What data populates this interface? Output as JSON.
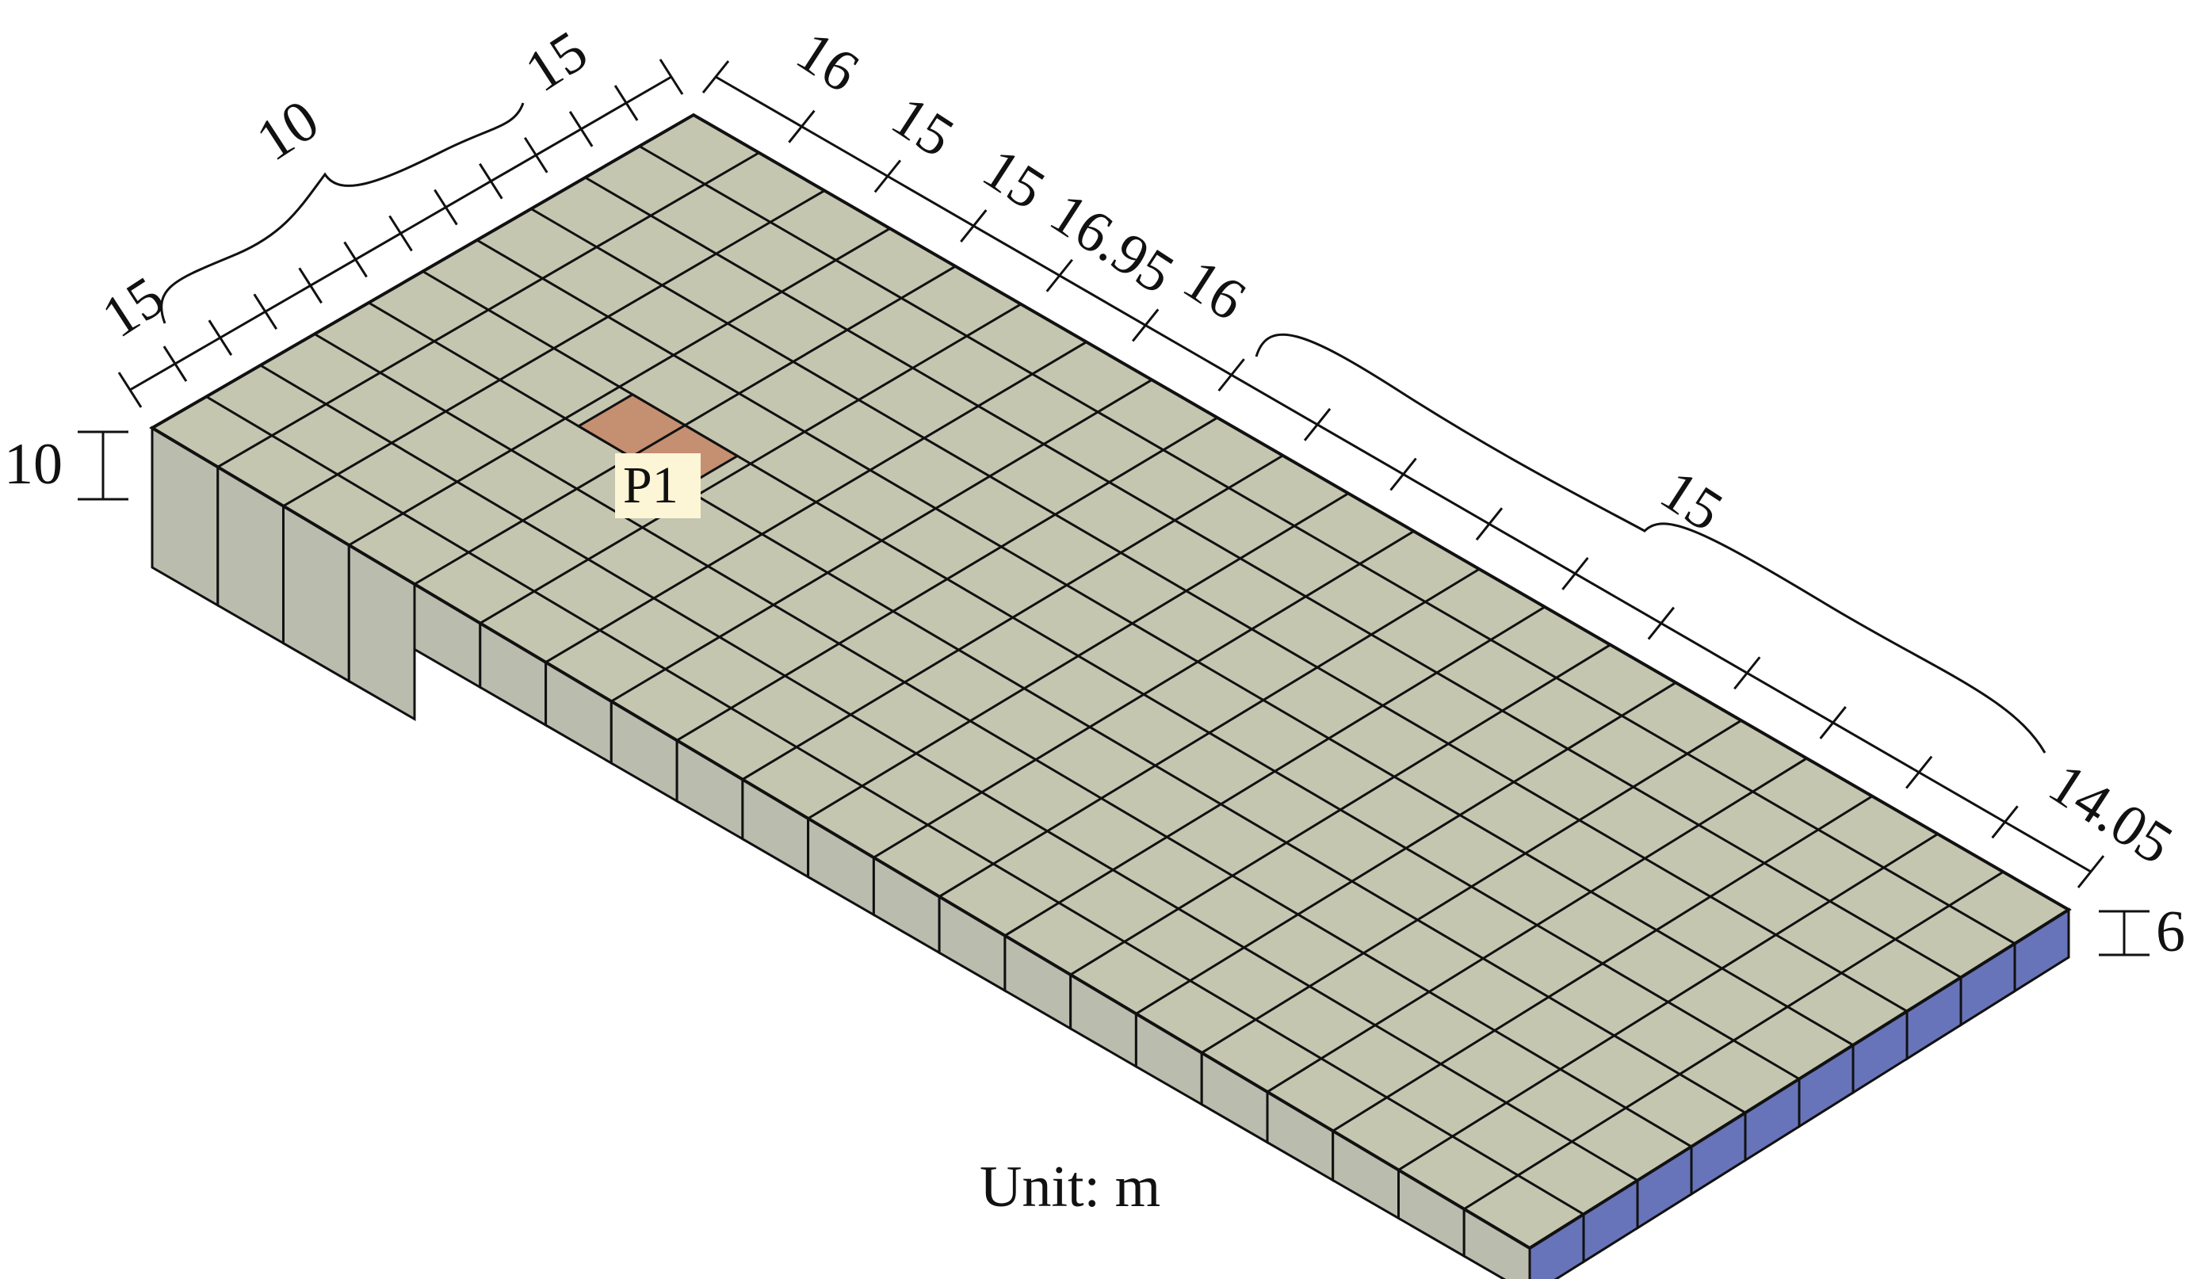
{
  "diagram": {
    "unit_label": "Unit: m",
    "highlight_label": "P1",
    "grid": {
      "columns": 10,
      "rows": 21
    },
    "highlight_cell": {
      "column": 5,
      "row": 3
    },
    "left_edge": {
      "labels": [
        "15",
        "10",
        "15"
      ],
      "segments": 10
    },
    "right_edge": {
      "labels": [
        "16",
        "15",
        "15",
        "16.95",
        "16",
        "15",
        "14.05"
      ],
      "repeated_segments": 10
    },
    "height_labels": {
      "left": "10",
      "right": "6"
    },
    "colors": {
      "top_face": "#c5c6b0",
      "side_face": "#babcae",
      "blue_side": "#6874b9",
      "highlight": "#c58f71",
      "label_bg": "#fcf5d6",
      "grid_line": "#111111"
    }
  }
}
